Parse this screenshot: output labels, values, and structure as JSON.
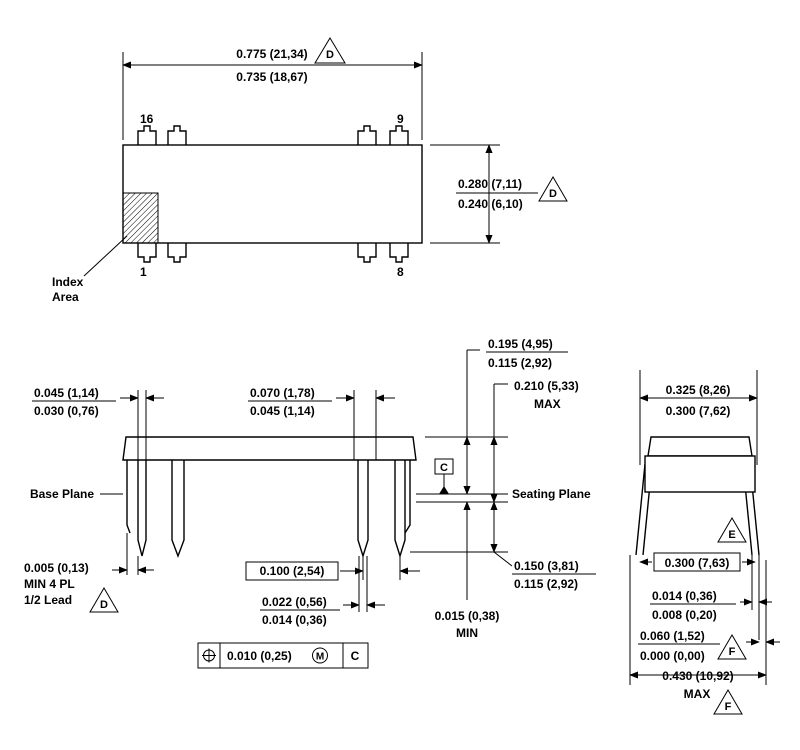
{
  "top_view": {
    "length_max": "0.775 (21,34)",
    "length_min": "0.735 (18,67)",
    "width_max": "0.280 (7,11)",
    "width_min": "0.240 (6,10)",
    "pin_16": "16",
    "pin_9": "9",
    "pin_1": "1",
    "pin_8": "8",
    "index_line1": "Index",
    "index_line2": "Area",
    "datum_d": "D"
  },
  "side_view": {
    "lead_width_max": "0.045 (1,14)",
    "lead_width_min": "0.030 (0,76)",
    "shoulder_max": "0.070 (1,78)",
    "shoulder_min": "0.045 (1,14)",
    "height_max": "0.195 (4,95)",
    "height_min": "0.115 (2,92)",
    "overall_max": "0.210 (5,33)",
    "overall_max_label": "MAX",
    "base_plane": "Base Plane",
    "seating_plane": "Seating Plane",
    "datum_c": "C",
    "end_lead_1": "0.005 (0,13)",
    "end_lead_2": "MIN  4 PL",
    "end_lead_3": "1/2 Lead",
    "datum_d": "D",
    "pitch": "0.100 (2,54)",
    "lead_dia_max": "0.022 (0,56)",
    "lead_dia_min": "0.014 (0,36)",
    "lead_len_max": "0.150 (3,81)",
    "lead_len_min": "0.115 (2,92)",
    "standoff": "0.015 (0,38)",
    "standoff_label": "MIN",
    "tol_value": "0.010 (0,25)",
    "tol_m": "M",
    "tol_c": "C"
  },
  "end_view": {
    "body_width_max": "0.325 (8,26)",
    "body_width_min": "0.300 (7,62)",
    "datum_e": "E",
    "row_spacing": "0.300 (7,63)",
    "lead_thick_max": "0.014 (0,36)",
    "lead_thick_min": "0.008 (0,20)",
    "spread_max": "0.060 (1,52)",
    "spread_min": "0.000 (0,00)",
    "datum_f": "F",
    "overall_width": "0.430 (10,92)",
    "overall_width_label": "MAX"
  }
}
